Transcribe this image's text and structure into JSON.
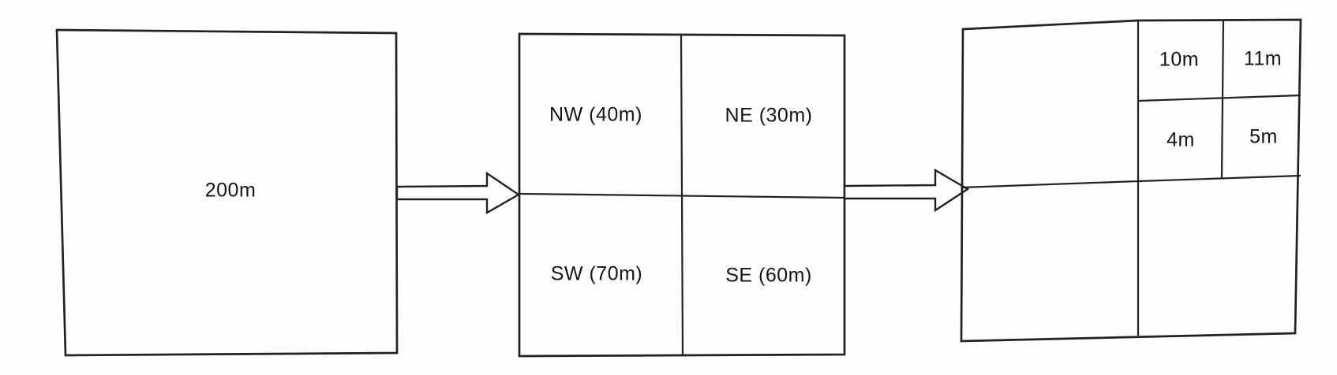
{
  "colors": {
    "background": "#fefefe",
    "line": "#222222",
    "text": "#151515"
  },
  "diagram": {
    "description_labels_only": "recursive quadrant subdivision diagram",
    "stage1": {
      "size_label": "200m"
    },
    "stage2": {
      "quadrant_labels": [
        "NW (40m)",
        "NE (30m)",
        "SW (70m)",
        "SE (60m)"
      ]
    },
    "stage3": {
      "subcell_labels": [
        "10m",
        "11m",
        "4m",
        "5m"
      ]
    }
  }
}
